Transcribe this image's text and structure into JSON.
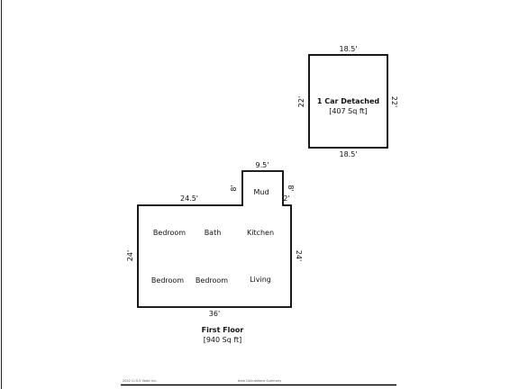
{
  "left_border": true,
  "garage": {
    "title": "1 Car Detached",
    "area": "[407 Sq ft]",
    "dim_top": "18.5'",
    "dim_bottom": "18.5'",
    "dim_left": "22'",
    "dim_right": "22'"
  },
  "floor": {
    "title": "First Floor",
    "area": "[940 Sq ft]",
    "dim_bottom": "36'",
    "dim_left": "24'",
    "dim_right": "24'",
    "dim_top_left": "24.5'",
    "dim_mud_top": "9.5'",
    "dim_mud_left": "8'",
    "dim_mud_right": "8'",
    "dim_step": "2'",
    "rooms": {
      "mud": "Mud",
      "bedroom_1": "Bedroom",
      "bath": "Bath",
      "kitchen": "Kitchen",
      "bedroom_2": "Bedroom",
      "bedroom_3": "Bedroom",
      "living": "Living"
    }
  },
  "footer": {
    "left_text": "2022 CI-5-5 Vadic Inc.",
    "center_text": "Area Calculations Summary"
  }
}
